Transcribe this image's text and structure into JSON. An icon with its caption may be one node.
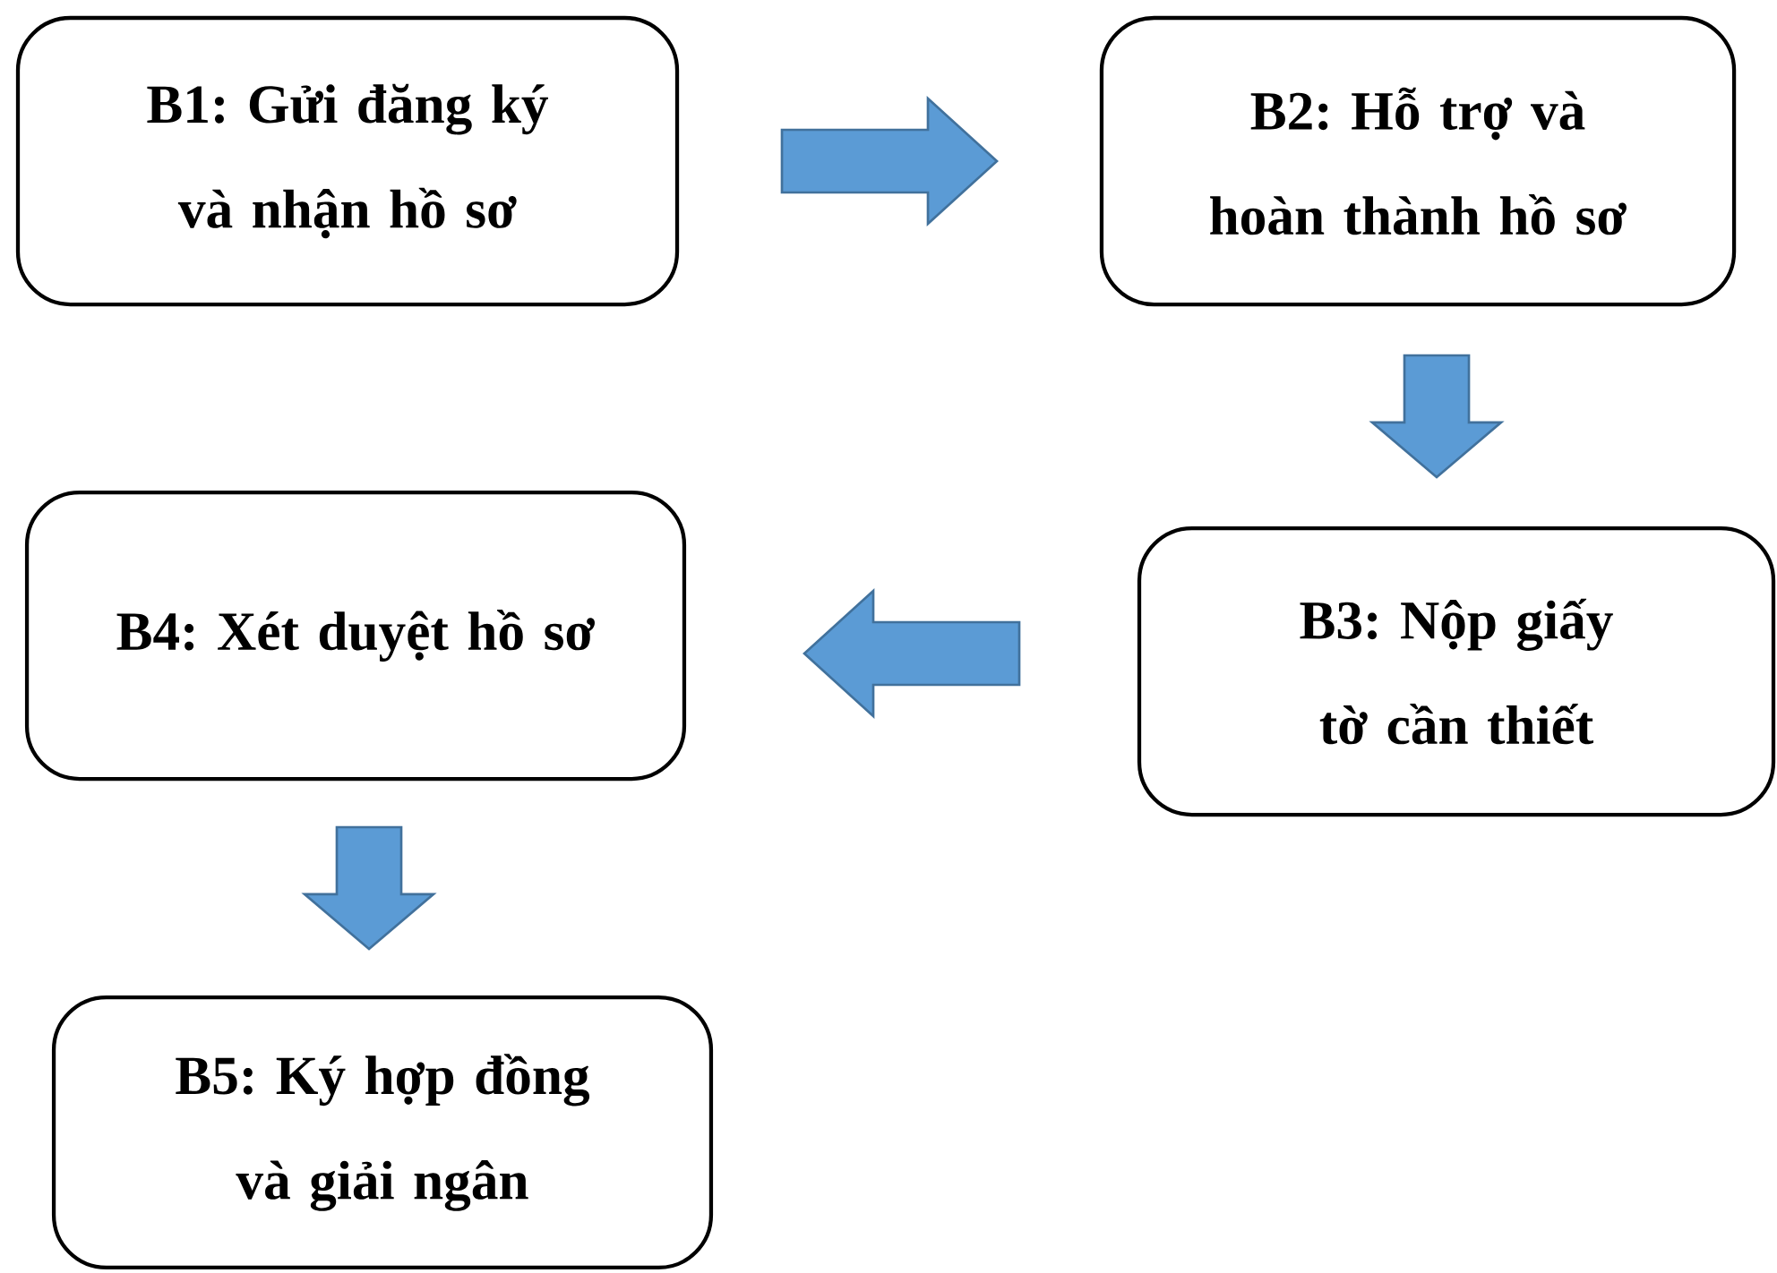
{
  "diagram": {
    "nodes": [
      {
        "text": [
          "B1: Gửi đăng ký và nhận hồ sơ"
        ]
      },
      {
        "text": [
          "B2: Hỗ trợ và hoàn thành hồ sơ"
        ]
      },
      {
        "text": [
          "B3: Nộp giấy tờ cần thiết"
        ]
      },
      {
        "text": [
          "B4: Xét duyệt hồ sơ"
        ]
      },
      {
        "text": [
          "B5: Ký hợp đồng và giải ngân"
        ]
      }
    ],
    "edges": [
      {
        "from": 0,
        "to": 1,
        "arrow": "to"
      },
      {
        "from": 1,
        "to": 2,
        "arrow": "to"
      },
      {
        "from": 2,
        "to": 3,
        "arrow": "to"
      },
      {
        "from": 3,
        "to": 4,
        "arrow": "to"
      }
    ]
  }
}
